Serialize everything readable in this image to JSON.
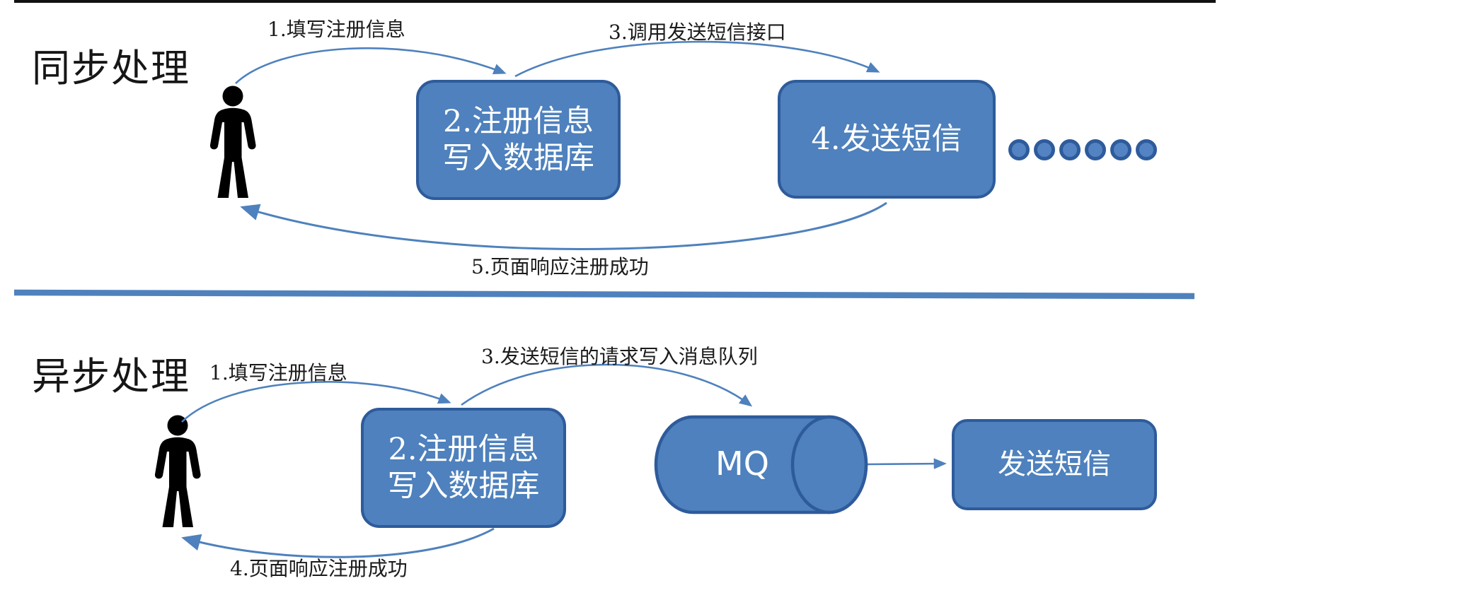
{
  "colors": {
    "shape_fill": "#4E81BD",
    "shape_border": "#2E5B9B",
    "arrow": "#4E81BD",
    "divider": "#4F81BD",
    "top_rule": "#121212",
    "label_text": "#1b1b1b",
    "box_text": "#ffffff"
  },
  "sections": {
    "sync": {
      "title": "同步处理",
      "labels": {
        "step1": "1.填写注册信息",
        "step3": "3.调用发送短信接口",
        "step5": "5.页面响应注册成功"
      },
      "boxes": {
        "register_db": {
          "line1": "2.注册信息",
          "line2": "写入数据库"
        },
        "send_sms": {
          "label": "4.发送短信"
        }
      },
      "ellipsis_dots": 6
    },
    "async": {
      "title": "异步处理",
      "labels": {
        "step1": "1.填写注册信息",
        "step3": "3.发送短信的请求写入消息队列",
        "step4": "4.页面响应注册成功"
      },
      "boxes": {
        "register_db": {
          "line1": "2.注册信息",
          "line2": "写入数据库"
        },
        "mq": {
          "label": "MQ"
        },
        "send_sms": {
          "label": "发送短信"
        }
      }
    }
  }
}
